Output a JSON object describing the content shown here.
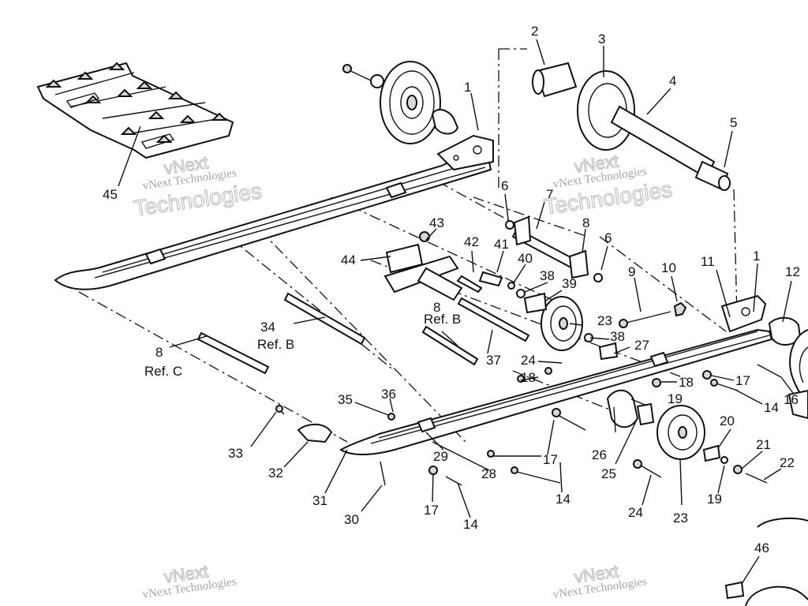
{
  "watermark": {
    "brand_top": "vNext",
    "brand_line": "vNext Technologies",
    "brand_big": "Technologies"
  },
  "callouts": {
    "c1": "1",
    "c2": "2",
    "c3": "3",
    "c4": "4",
    "c5": "5",
    "c6": "6",
    "c7": "7",
    "c8": "8",
    "c9": "9",
    "c10": "10",
    "c11": "11",
    "c12": "12",
    "c14": "14",
    "c16": "16",
    "c17": "17",
    "c18": "18",
    "c19": "19",
    "c20": "20",
    "c21": "21",
    "c22": "22",
    "c23": "23",
    "c24": "24",
    "c25": "25",
    "c26": "26",
    "c27": "27",
    "c28": "28",
    "c29": "29",
    "c30": "30",
    "c31": "31",
    "c32": "32",
    "c33": "33",
    "c34": "34",
    "c35": "35",
    "c36": "36",
    "c37": "37",
    "c38": "38",
    "c39": "39",
    "c40": "40",
    "c41": "41",
    "c42": "42",
    "c43": "43",
    "c44": "44",
    "c45": "45",
    "c46": "46"
  },
  "refs": {
    "ref_b": "Ref. B",
    "ref_c": "Ref. C"
  }
}
